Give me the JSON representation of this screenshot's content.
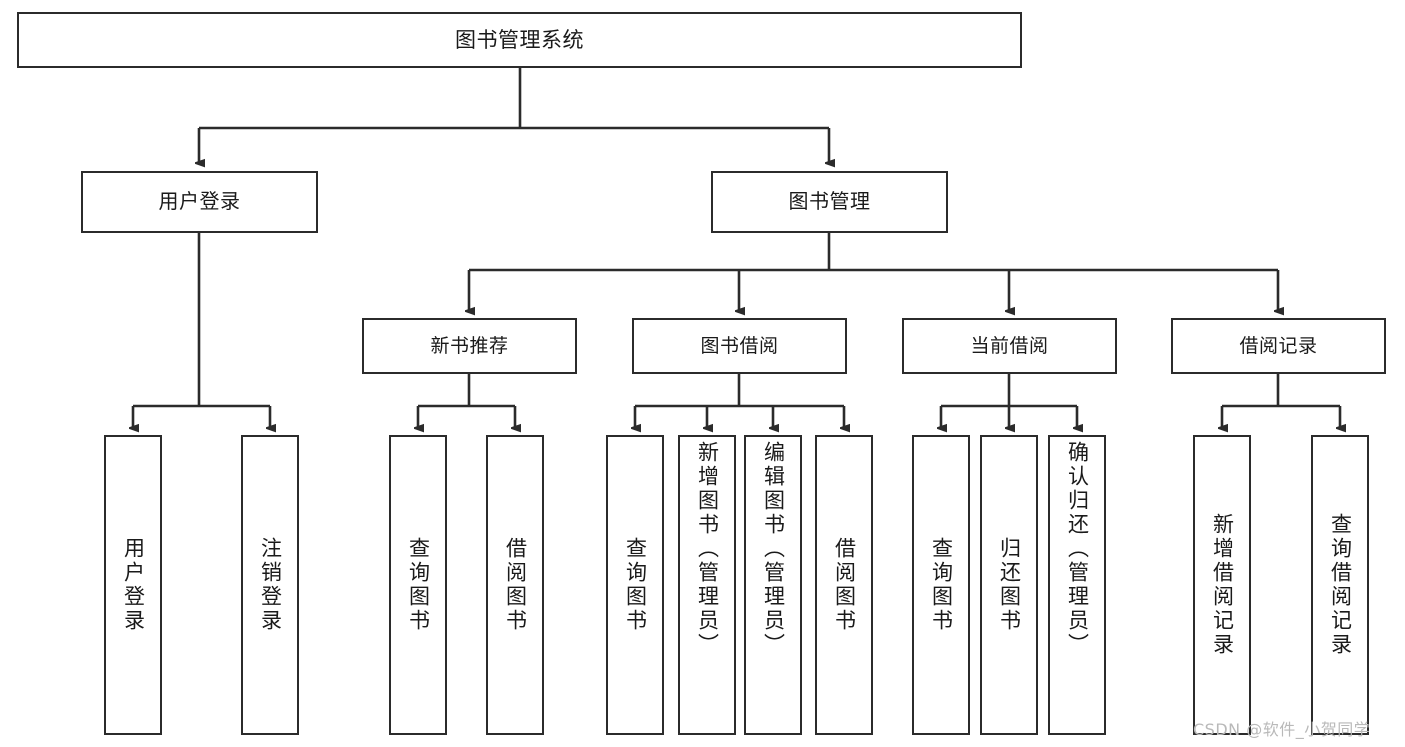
{
  "diagram": {
    "title": "图书管理系统",
    "type": "hierarchy-tree",
    "watermark": "CSDN @软件_小贺同学",
    "colors": {
      "box_stroke": "#2b2b2b",
      "box_fill": "#ffffff",
      "edge": "#2b2b2b",
      "text": "#1a1a1a",
      "watermark": "#b9b9b9",
      "background": "#ffffff"
    },
    "nodes": {
      "root": {
        "label": "图书管理系统"
      },
      "level2": [
        {
          "id": "user-login",
          "label": "用户登录"
        },
        {
          "id": "book-management",
          "label": "图书管理"
        }
      ],
      "level3": [
        {
          "id": "new-book-recommend",
          "label": "新书推荐"
        },
        {
          "id": "book-borrow",
          "label": "图书借阅"
        },
        {
          "id": "current-borrow",
          "label": "当前借阅"
        },
        {
          "id": "borrow-record",
          "label": "借阅记录"
        }
      ],
      "leaves": {
        "user-login": [
          {
            "id": "leaf-user-login",
            "label": "用户登录",
            "align": "centered"
          },
          {
            "id": "leaf-logout",
            "label": "注销登录",
            "align": "centered"
          }
        ],
        "new-book-recommend": [
          {
            "id": "leaf-query-book-1",
            "label": "查询图书",
            "align": "centered"
          },
          {
            "id": "leaf-borrow-book-1",
            "label": "借阅图书",
            "align": "centered"
          }
        ],
        "book-borrow": [
          {
            "id": "leaf-query-book-2",
            "label": "查询图书",
            "align": "centered"
          },
          {
            "id": "leaf-add-book",
            "label": "新增图书（管理员）",
            "align": "top"
          },
          {
            "id": "leaf-edit-book",
            "label": "编辑图书（管理员）",
            "align": "top"
          },
          {
            "id": "leaf-borrow-book-2",
            "label": "借阅图书",
            "align": "centered"
          }
        ],
        "current-borrow": [
          {
            "id": "leaf-query-book-3",
            "label": "查询图书",
            "align": "centered"
          },
          {
            "id": "leaf-return-book",
            "label": "归还图书",
            "align": "centered"
          },
          {
            "id": "leaf-confirm-return",
            "label": "确认归还（管理员）",
            "align": "top"
          }
        ],
        "borrow-record": [
          {
            "id": "leaf-add-record",
            "label": "新增借阅记录",
            "align": "centered"
          },
          {
            "id": "leaf-query-record",
            "label": "查询借阅记录",
            "align": "centered"
          }
        ]
      }
    },
    "edges": [
      {
        "from": "图书管理系统",
        "to": "用户登录"
      },
      {
        "from": "图书管理系统",
        "to": "图书管理"
      },
      {
        "from": "图书管理",
        "to": "新书推荐"
      },
      {
        "from": "图书管理",
        "to": "图书借阅"
      },
      {
        "from": "图书管理",
        "to": "当前借阅"
      },
      {
        "from": "图书管理",
        "to": "借阅记录"
      },
      {
        "from": "用户登录",
        "to": "用户登录"
      },
      {
        "from": "用户登录",
        "to": "注销登录"
      },
      {
        "from": "新书推荐",
        "to": "查询图书"
      },
      {
        "from": "新书推荐",
        "to": "借阅图书"
      },
      {
        "from": "图书借阅",
        "to": "查询图书"
      },
      {
        "from": "图书借阅",
        "to": "新增图书（管理员）"
      },
      {
        "from": "图书借阅",
        "to": "编辑图书（管理员）"
      },
      {
        "from": "图书借阅",
        "to": "借阅图书"
      },
      {
        "from": "当前借阅",
        "to": "查询图书"
      },
      {
        "from": "当前借阅",
        "to": "归还图书"
      },
      {
        "from": "当前借阅",
        "to": "确认归还（管理员）"
      },
      {
        "from": "借阅记录",
        "to": "新增借阅记录"
      },
      {
        "from": "借阅记录",
        "to": "查询借阅记录"
      }
    ]
  }
}
